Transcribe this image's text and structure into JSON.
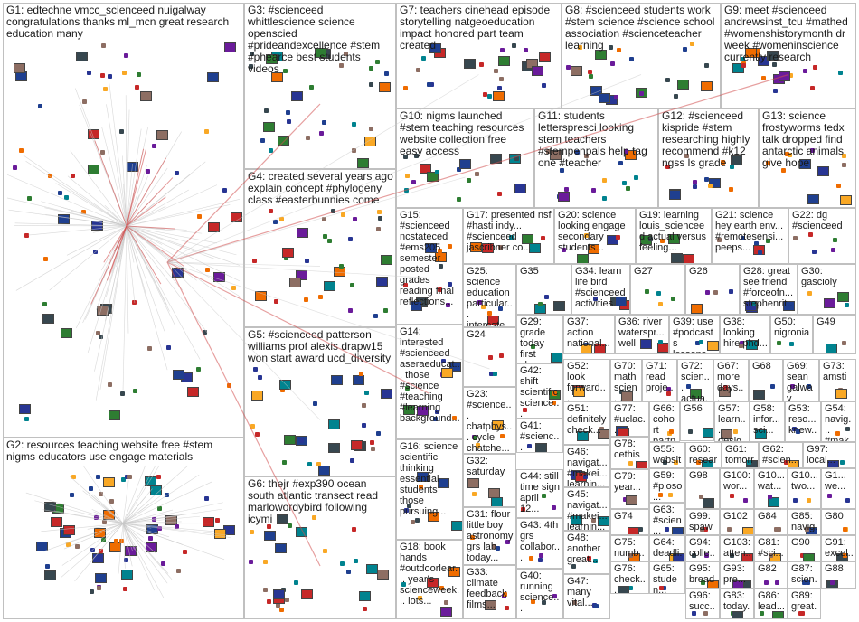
{
  "groups": [
    {
      "id": "G1",
      "label": "G1: edtechne vmcc_scienceed nuigalway congratulations thanks ml_mcn great research education many"
    },
    {
      "id": "G2",
      "label": "G2: resources teaching website free #stem nigms educators use engage materials"
    },
    {
      "id": "G3",
      "label": "G3: #scienceed whittlescience science openscied #prideandexcellence #stem #phearce best students videos"
    },
    {
      "id": "G4",
      "label": "G4: created several years ago explain concept #phylogeny class #easterbunnies come"
    },
    {
      "id": "G5",
      "label": "G5: #scienceed patterson williams prof alexis drapw15 won start award ucd_diversity"
    },
    {
      "id": "G6",
      "label": "G6: thejr #exp390 ocean south atlantic transect read marlowordybird following icymi"
    },
    {
      "id": "G7",
      "label": "G7: teachers cinehead episode storytelling natgeoeducation impact honored part team created"
    },
    {
      "id": "G8",
      "label": "G8: #scienceed students work #stem science #science school association #scienceteacher learning"
    },
    {
      "id": "G9",
      "label": "G9: meet #scienceed andrewsinst_tcu #mathed #womenshistorymonth dr week #womeninscience currently research"
    },
    {
      "id": "G10",
      "label": "G10: nigms launched #stem teaching resources website collection free easy access"
    },
    {
      "id": "G11",
      "label": "G11: students letterspresci looking stem teachers #stempenpals help tag one #teacher"
    },
    {
      "id": "G12",
      "label": "G12: #scienceed kispride #stem researching highly recommend #k12 ngss ls grade"
    },
    {
      "id": "G13",
      "label": "G13: science frostyworms tedx talk dropped find antarctic animals give hope"
    },
    {
      "id": "G14",
      "label": "G14: interested #scienceed aseraeducat... those #science #teaching #learning background..."
    },
    {
      "id": "G15",
      "label": "G15: #scienceed ncstateced #ems205 semester posted grades reading final reflections..."
    },
    {
      "id": "G16",
      "label": "G16: science scientific thinking essential students those pursuing..."
    },
    {
      "id": "G17",
      "label": "G17: presented nsf #hasti indy... #scienceed jascribner co..."
    },
    {
      "id": "G18",
      "label": "G18: book hands #outdoorlear... year's scienceweek... lots..."
    },
    {
      "id": "G19",
      "label": "G19: learning louis_scienceed actual versus feeling..."
    },
    {
      "id": "G20",
      "label": "G20: science looking engage secondary students..."
    },
    {
      "id": "G21",
      "label": "G21: science hey earth env... #remotesensi... peeps..."
    },
    {
      "id": "G22",
      "label": "G22: dg #scienceed"
    },
    {
      "id": "G23",
      "label": "G23: #science... chatphys... cycle chatche... science..."
    },
    {
      "id": "G24",
      "label": "G24"
    },
    {
      "id": "G25",
      "label": "G25: science education particular... intereste..."
    },
    {
      "id": "G26",
      "label": "G26"
    },
    {
      "id": "G27",
      "label": "G27"
    },
    {
      "id": "G28",
      "label": "G28: great see friend #forceofn... stephenrit..."
    },
    {
      "id": "G29",
      "label": "G29: grade today first classes..."
    },
    {
      "id": "G30",
      "label": "G30: gascioly"
    },
    {
      "id": "G31",
      "label": "G31: flour little boy astronomygrs lab today..."
    },
    {
      "id": "G32",
      "label": "G32: saturday"
    },
    {
      "id": "G33",
      "label": "G33: climate feedback films..."
    },
    {
      "id": "G34",
      "label": "G34: learn life bird #scienceed activities..."
    },
    {
      "id": "G35",
      "label": "G35"
    },
    {
      "id": "G36",
      "label": "G36: river waterspr... well"
    },
    {
      "id": "G37",
      "label": "G37: action national..."
    },
    {
      "id": "G38",
      "label": "G38: looking hire phd..."
    },
    {
      "id": "G39",
      "label": "G39: use #podcasts lessons..."
    },
    {
      "id": "G40",
      "label": "G40: running science..."
    },
    {
      "id": "G41",
      "label": "G41: #scienc... #lisdscie... #scienceed..."
    },
    {
      "id": "G42",
      "label": "G42: shift scientific science..."
    },
    {
      "id": "G43",
      "label": "G43: 4th grs collabor..."
    },
    {
      "id": "G44",
      "label": "G44: still time sign april 12..."
    },
    {
      "id": "G45",
      "label": "G45: navigat... #makei... learnin..."
    },
    {
      "id": "G46",
      "label": "G46: navigat... #makei... learnin..."
    },
    {
      "id": "G47",
      "label": "G47: many vital..."
    },
    {
      "id": "G48",
      "label": "G48: another great..."
    },
    {
      "id": "G49",
      "label": "G49"
    },
    {
      "id": "G50",
      "label": "G50: nigronia"
    },
    {
      "id": "G51",
      "label": "G51: definitely check..."
    },
    {
      "id": "G52",
      "label": "G52: look forward..."
    },
    {
      "id": "G53",
      "label": "G53: reso... knew..."
    },
    {
      "id": "G54",
      "label": "G54: navig... #mak..."
    },
    {
      "id": "G55",
      "label": "G55: websit..."
    },
    {
      "id": "G56",
      "label": "G56"
    },
    {
      "id": "G57",
      "label": "G57: learn... desig..."
    },
    {
      "id": "G58",
      "label": "G58: infor... sci..."
    },
    {
      "id": "G59",
      "label": "G59: #plosо... #scien..."
    },
    {
      "id": "G60",
      "label": "G60: researc..."
    },
    {
      "id": "G61",
      "label": "G61: tomorro..."
    },
    {
      "id": "G62",
      "label": "G62: #scien..."
    },
    {
      "id": "G63",
      "label": "G63: #scien..."
    },
    {
      "id": "G64",
      "label": "G64: deadli..."
    },
    {
      "id": "G65",
      "label": "G65: studen..."
    },
    {
      "id": "G66",
      "label": "G66: cohort partn..."
    },
    {
      "id": "G67",
      "label": "G67: more days..."
    },
    {
      "id": "G68",
      "label": "G68"
    },
    {
      "id": "G69",
      "label": "G69: sean galway"
    },
    {
      "id": "G70",
      "label": "G70: math scien..."
    },
    {
      "id": "G71",
      "label": "G71: read proje..."
    },
    {
      "id": "G72",
      "label": "G72: scien... actua..."
    },
    {
      "id": "G73",
      "label": "G73: amsti"
    },
    {
      "id": "G74",
      "label": "G74"
    },
    {
      "id": "G75",
      "label": "G75: numb..."
    },
    {
      "id": "G76",
      "label": "G76: check..."
    },
    {
      "id": "G77",
      "label": "G77: #uclac..."
    },
    {
      "id": "G78",
      "label": "G78: cethis"
    },
    {
      "id": "G79",
      "label": "G79: year..."
    },
    {
      "id": "G80",
      "label": "G80"
    },
    {
      "id": "G81",
      "label": "G81: #sci..."
    },
    {
      "id": "G82",
      "label": "G82"
    },
    {
      "id": "G83",
      "label": "G83: today..."
    },
    {
      "id": "G84",
      "label": "G84"
    },
    {
      "id": "G85",
      "label": "G85: navig..."
    },
    {
      "id": "G86",
      "label": "G86: lead..."
    },
    {
      "id": "G87",
      "label": "G87: scien..."
    },
    {
      "id": "G88",
      "label": "G88"
    },
    {
      "id": "G89",
      "label": "G89: great..."
    },
    {
      "id": "G90",
      "label": "G90"
    },
    {
      "id": "G91",
      "label": "G91: excel..."
    },
    {
      "id": "G92",
      "label": "G92: scien..."
    },
    {
      "id": "G93",
      "label": "G93: pre..."
    },
    {
      "id": "G94",
      "label": "G94: colle..."
    },
    {
      "id": "G95",
      "label": "G95: bread"
    },
    {
      "id": "G96",
      "label": "G96: succ..."
    },
    {
      "id": "G97",
      "label": "G97: local..."
    },
    {
      "id": "G98",
      "label": "G98"
    },
    {
      "id": "G99",
      "label": "G99: spawn"
    },
    {
      "id": "G100",
      "label": "G100: wor..."
    },
    {
      "id": "G101",
      "label": "G10... wat..."
    },
    {
      "id": "G102",
      "label": "G102"
    },
    {
      "id": "G103",
      "label": "G103: atten..."
    },
    {
      "id": "G104",
      "label": "G10... two..."
    },
    {
      "id": "G105",
      "label": "G1... we..."
    }
  ],
  "colors": {
    "border": "#c0c0c0",
    "edge": "#c8c8c8",
    "edge_strong": "#d25050",
    "node_palette": [
      "#1f3f8f",
      "#2e7d32",
      "#c62828",
      "#6a1b9a",
      "#ef6c00",
      "#00838f",
      "#37474f",
      "#8d6e63",
      "#f9a825",
      "#283593"
    ]
  }
}
